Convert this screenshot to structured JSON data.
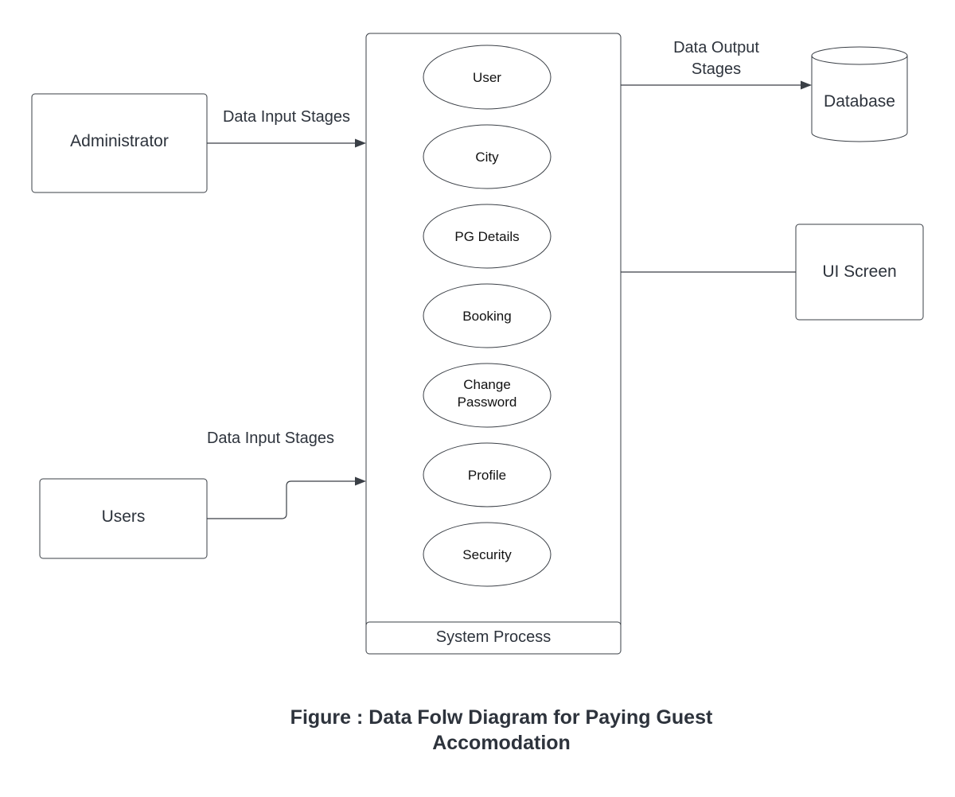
{
  "nodes": {
    "administrator": "Administrator",
    "users": "Users",
    "database": "Database",
    "ui_screen": "UI Screen",
    "system_process": "System Process"
  },
  "processes": [
    {
      "line1": "User",
      "line2": ""
    },
    {
      "line1": "City",
      "line2": ""
    },
    {
      "line1": "PG Details",
      "line2": ""
    },
    {
      "line1": "Booking",
      "line2": ""
    },
    {
      "line1": "Change",
      "line2": "Password"
    },
    {
      "line1": "Profile",
      "line2": ""
    },
    {
      "line1": "Security",
      "line2": ""
    }
  ],
  "edges": {
    "admin_input_label": "Data Input Stages",
    "users_input_label": "Data Input Stages",
    "output_label_line1": "Data Output",
    "output_label_line2": "Stages"
  },
  "caption": {
    "line1": "Figure : Data Folw Diagram for Paying Guest",
    "line2": "Accomodation"
  }
}
